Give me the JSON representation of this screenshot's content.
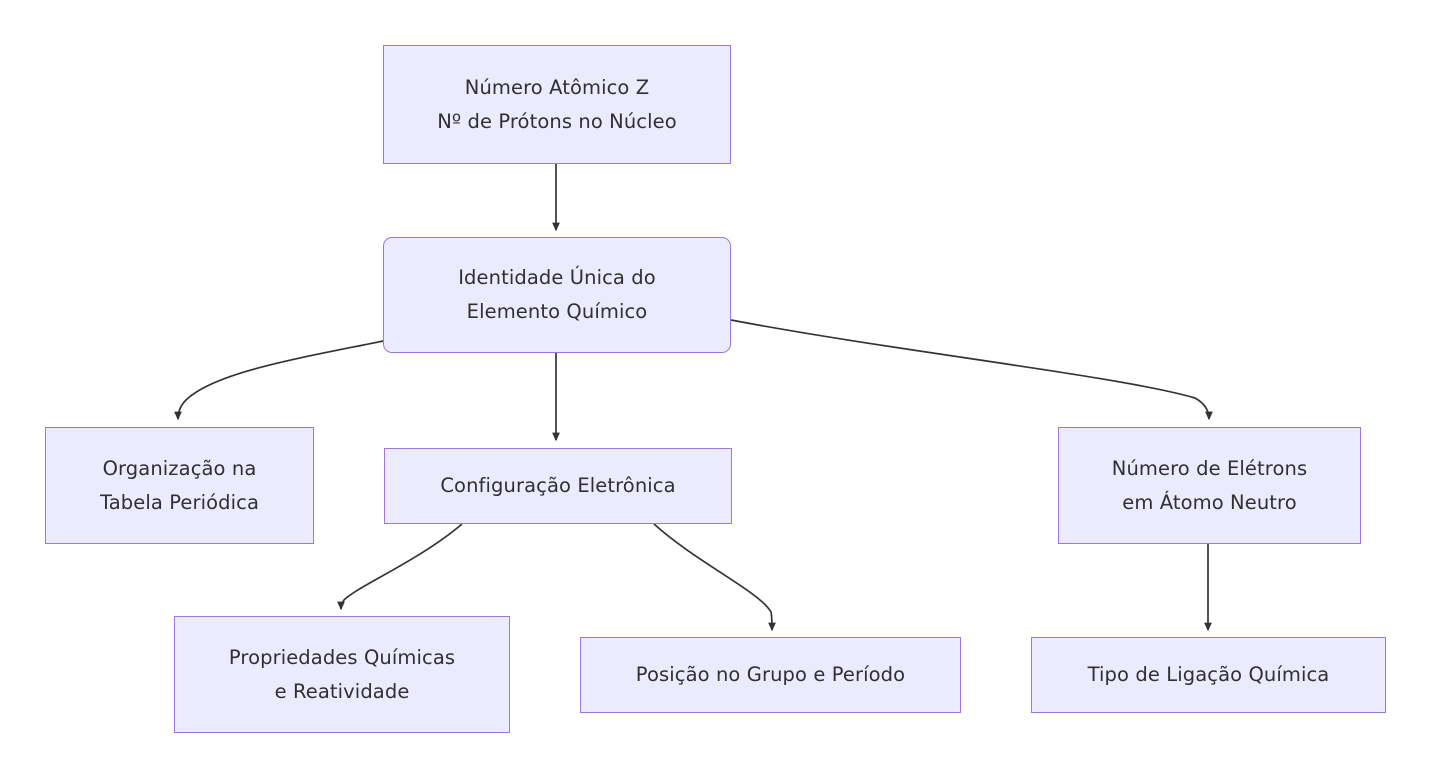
{
  "diagram": {
    "type": "flowchart",
    "direction": "top-down",
    "background_color": "#ffffff",
    "node_fill_color": "#ecebfd",
    "node_border_color": "#9a78e0",
    "node_text_color": "#2f2f34",
    "edge_color": "#333333",
    "nodes": [
      {
        "id": "numero-atomico",
        "lines": [
          "Número Atômico Z",
          "Nº de Prótons no Núcleo"
        ],
        "shape": "rectangle"
      },
      {
        "id": "identidade",
        "lines": [
          "Identidade Única do",
          "Elemento Químico"
        ],
        "shape": "rounded-rectangle"
      },
      {
        "id": "organizacao",
        "lines": [
          "Organização na",
          "Tabela Periódica"
        ],
        "shape": "rectangle"
      },
      {
        "id": "configuracao",
        "lines": [
          "Configuração Eletrônica"
        ],
        "shape": "rectangle"
      },
      {
        "id": "eletrons",
        "lines": [
          "Número de Elétrons",
          "em Átomo Neutro"
        ],
        "shape": "rectangle"
      },
      {
        "id": "propriedades",
        "lines": [
          "Propriedades Químicas",
          "e Reatividade"
        ],
        "shape": "rectangle"
      },
      {
        "id": "posicao",
        "lines": [
          "Posição no Grupo e Período"
        ],
        "shape": "rectangle"
      },
      {
        "id": "ligacao",
        "lines": [
          "Tipo de Ligação Química"
        ],
        "shape": "rectangle"
      }
    ],
    "edges": [
      {
        "from": "numero-atomico",
        "to": "identidade",
        "style": "straight-vertical",
        "label": ""
      },
      {
        "from": "identidade",
        "to": "organizacao",
        "style": "curved",
        "label": ""
      },
      {
        "from": "identidade",
        "to": "configuracao",
        "style": "straight-vertical",
        "label": ""
      },
      {
        "from": "identidade",
        "to": "eletrons",
        "style": "curved",
        "label": ""
      },
      {
        "from": "configuracao",
        "to": "propriedades",
        "style": "curved",
        "label": ""
      },
      {
        "from": "configuracao",
        "to": "posicao",
        "style": "curved",
        "label": ""
      },
      {
        "from": "eletrons",
        "to": "ligacao",
        "style": "straight-vertical",
        "label": ""
      }
    ]
  }
}
